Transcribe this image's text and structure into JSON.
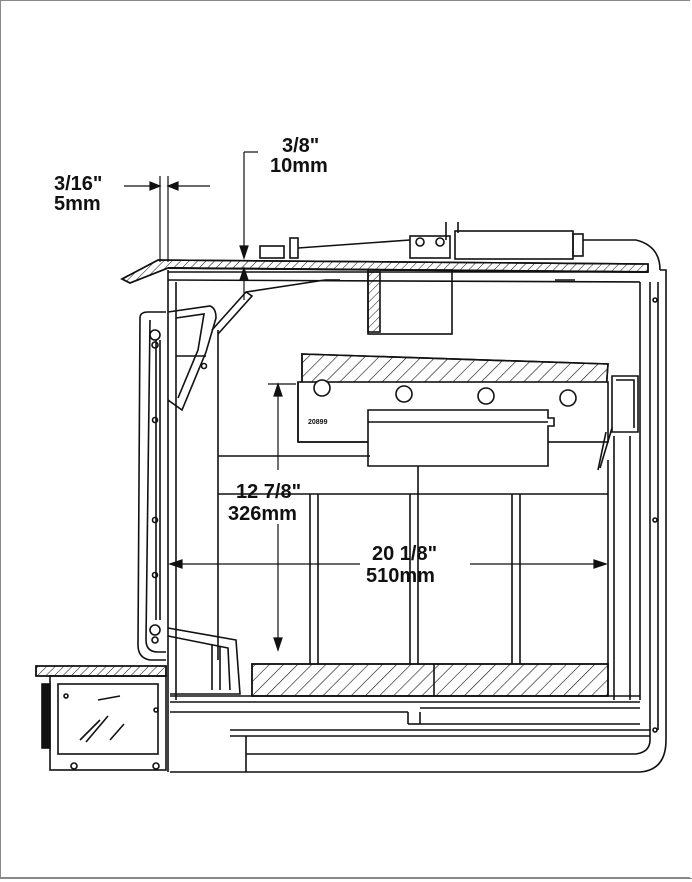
{
  "dimensions": {
    "rim_gap": {
      "imperial": "3/16\"",
      "metric": "5mm"
    },
    "top_gap": {
      "imperial": "3/8\"",
      "metric": "10mm"
    },
    "height": {
      "imperial": "12 7/8\"",
      "metric": "326mm"
    },
    "width": {
      "imperial": "20 1/8\"",
      "metric": "510mm"
    }
  },
  "part_number": "20899"
}
